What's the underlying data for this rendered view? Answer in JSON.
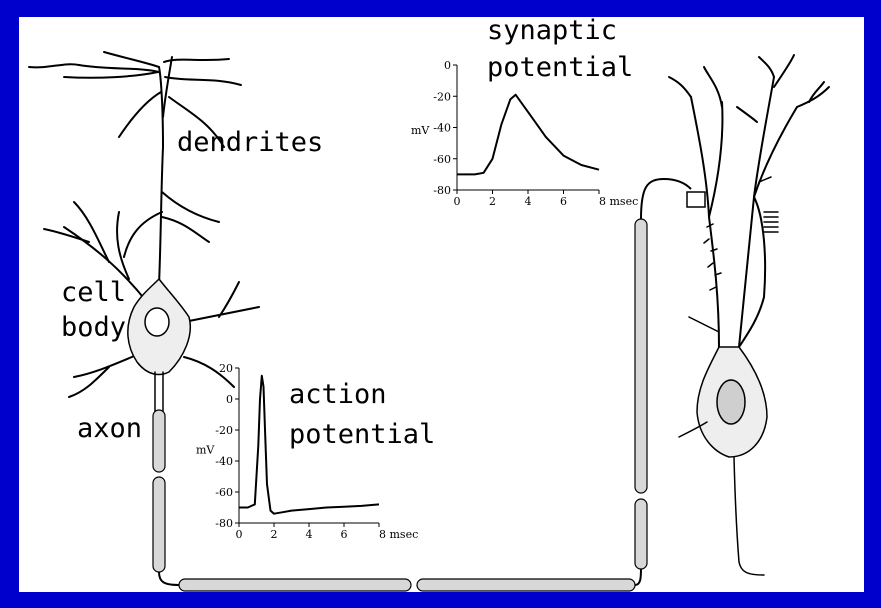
{
  "labels": {
    "dendrites": "dendrites",
    "cell_body_line1": "cell",
    "cell_body_line2": "body",
    "axon": "axon",
    "action_line1": "action",
    "action_line2": "potential",
    "synaptic_line1": "synaptic",
    "synaptic_line2": "potential"
  },
  "colors": {
    "frame": "#0000CC",
    "background": "#FFFFFF",
    "ink": "#000000",
    "cell_fill": "#EEEEEE"
  },
  "chart_data": [
    {
      "type": "line",
      "name": "action-potential",
      "ylabel": "mV",
      "xlabel_unit": "msec",
      "xlim": [
        0,
        8
      ],
      "ylim": [
        -80,
        20
      ],
      "xticks": [
        0,
        2,
        4,
        6,
        8
      ],
      "yticks": [
        20,
        0,
        -20,
        -40,
        -60,
        -80
      ],
      "series": [
        {
          "x": [
            0,
            0.5,
            0.9,
            1.1,
            1.2,
            1.3,
            1.4,
            1.5,
            1.6,
            1.8,
            2.0,
            2.5,
            3,
            4,
            5,
            6,
            7,
            8
          ],
          "y": [
            -70,
            -70,
            -68,
            -30,
            0,
            15,
            8,
            -25,
            -55,
            -72,
            -74,
            -73,
            -72,
            -71,
            -70,
            -69.5,
            -69,
            -68
          ]
        }
      ]
    },
    {
      "type": "line",
      "name": "synaptic-potential",
      "ylabel": "mV",
      "xlabel_unit": "msec",
      "xlim": [
        0,
        8
      ],
      "ylim": [
        -80,
        0
      ],
      "xticks": [
        0,
        2,
        4,
        6,
        8
      ],
      "yticks": [
        0,
        -20,
        -40,
        -60,
        -80
      ],
      "series": [
        {
          "x": [
            0,
            1,
            1.5,
            2,
            2.5,
            3,
            3.3,
            4,
            5,
            6,
            7,
            8
          ],
          "y": [
            -70,
            -70,
            -69,
            -60,
            -38,
            -22,
            -19,
            -30,
            -46,
            -58,
            -64,
            -67
          ]
        }
      ]
    }
  ]
}
